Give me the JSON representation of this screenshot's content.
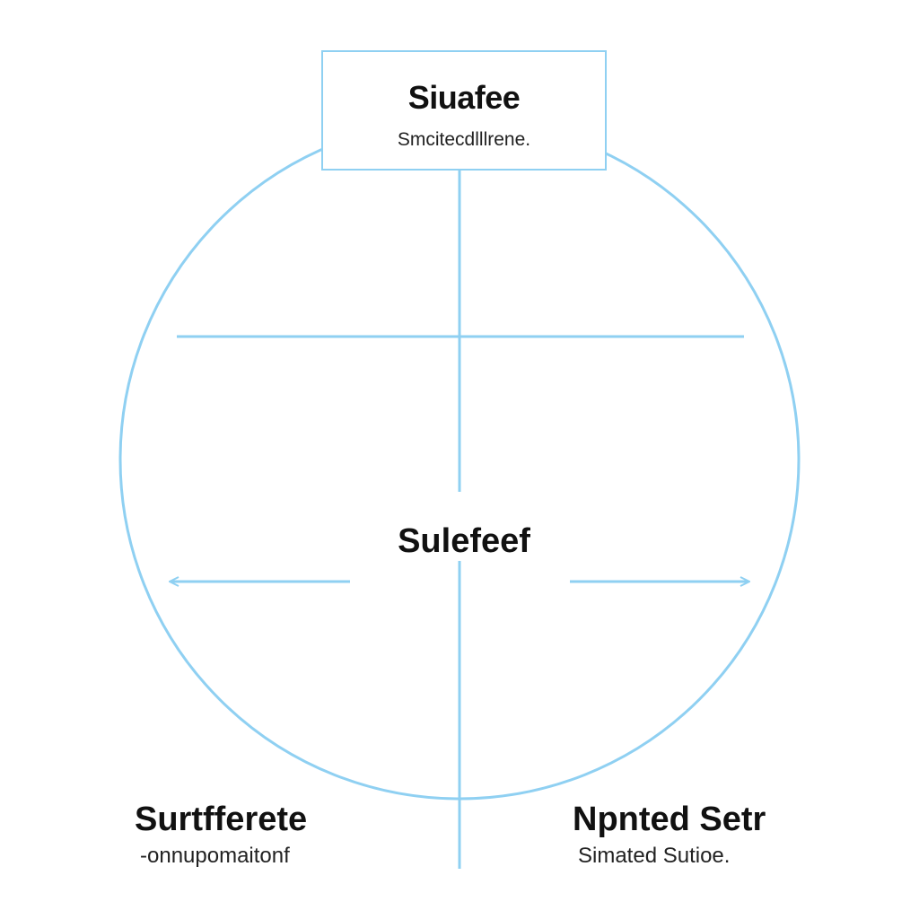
{
  "diagram": {
    "line_color": "#8fd0f2",
    "top_box": {
      "title": "Siuafee",
      "subtitle": "Smcitecdlllrene."
    },
    "center_label": "Sulefeef",
    "bottom_left": {
      "title": "Surtfferete",
      "subtitle": "-onnupomaitonf"
    },
    "bottom_right": {
      "title": "Npnted Setr",
      "subtitle": "Simated Sutioe."
    }
  }
}
